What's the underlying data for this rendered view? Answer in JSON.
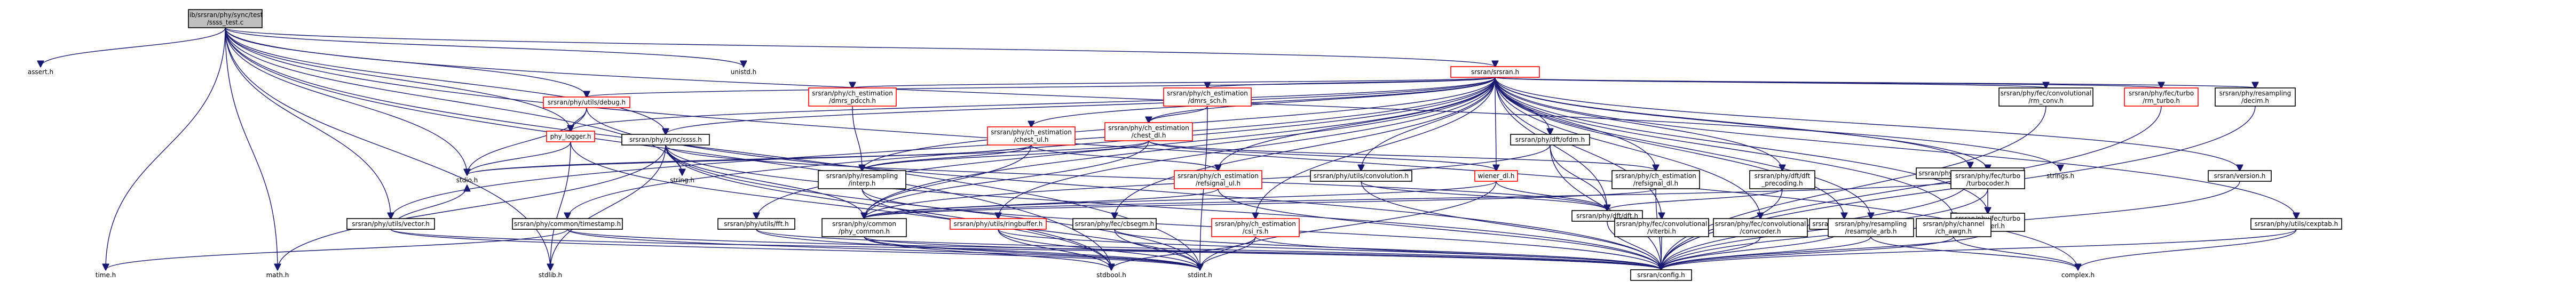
{
  "graph": {
    "nodes": [
      {
        "id": "root",
        "lines": [
          "lib/srsran/phy/sync/test",
          "/ssss_test.c"
        ],
        "kind": "root"
      },
      {
        "id": "assert_h",
        "lines": [
          "assert.h"
        ],
        "kind": "plain"
      },
      {
        "id": "unistd_h",
        "lines": [
          "unistd.h"
        ],
        "kind": "plain"
      },
      {
        "id": "srsran_h",
        "lines": [
          "srsran/srsran.h"
        ],
        "kind": "red"
      },
      {
        "id": "debug_h",
        "lines": [
          "srsran/phy/utils/debug.h"
        ],
        "kind": "red"
      },
      {
        "id": "phy_logger_h",
        "lines": [
          "phy_logger.h"
        ],
        "kind": "red"
      },
      {
        "id": "stdio_h",
        "lines": [
          "stdio.h"
        ],
        "kind": "plain"
      },
      {
        "id": "string_h",
        "lines": [
          "string.h"
        ],
        "kind": "plain"
      },
      {
        "id": "stdlib_h",
        "lines": [
          "stdlib.h"
        ],
        "kind": "plain"
      },
      {
        "id": "time_h",
        "lines": [
          "time.h"
        ],
        "kind": "plain"
      },
      {
        "id": "math_h",
        "lines": [
          "math.h"
        ],
        "kind": "plain"
      },
      {
        "id": "stdbool_h",
        "lines": [
          "stdbool.h"
        ],
        "kind": "plain"
      },
      {
        "id": "stdint_h",
        "lines": [
          "stdint.h"
        ],
        "kind": "plain"
      },
      {
        "id": "config_h",
        "lines": [
          "srsran/config.h"
        ],
        "kind": "box"
      },
      {
        "id": "complex_h",
        "lines": [
          "complex.h"
        ],
        "kind": "plain"
      },
      {
        "id": "strings_h",
        "lines": [
          "strings.h"
        ],
        "kind": "plain"
      },
      {
        "id": "ssss_h",
        "lines": [
          "srsran/phy/sync/ssss.h"
        ],
        "kind": "box"
      },
      {
        "id": "dmrs_pdcch_h",
        "lines": [
          "srsran/phy/ch_estimation",
          "/dmrs_pdcch.h"
        ],
        "kind": "red"
      },
      {
        "id": "dmrs_sch_h",
        "lines": [
          "srsran/phy/ch_estimation",
          "/dmrs_sch.h"
        ],
        "kind": "red"
      },
      {
        "id": "chest_dl_h",
        "lines": [
          "srsran/phy/ch_estimation",
          "/chest_dl.h"
        ],
        "kind": "red"
      },
      {
        "id": "chest_ul_h",
        "lines": [
          "srsran/phy/ch_estimation",
          "/chest_ul.h"
        ],
        "kind": "red"
      },
      {
        "id": "refsignal_ul_h",
        "lines": [
          "srsran/phy/ch_estimation",
          "/refsignal_ul.h"
        ],
        "kind": "red"
      },
      {
        "id": "refsignal_dl_h",
        "lines": [
          "srsran/phy/ch_estimation",
          "/refsignal_dl.h"
        ],
        "kind": "box"
      },
      {
        "id": "csi_rs_h",
        "lines": [
          "srsran/phy/ch_estimation",
          "/csi_rs.h"
        ],
        "kind": "red"
      },
      {
        "id": "resampling_interp_h",
        "lines": [
          "srsran/phy/resampling",
          "/interp.h"
        ],
        "kind": "box"
      },
      {
        "id": "dft_ofdm_h",
        "lines": [
          "srsran/phy/dft/ofdm.h"
        ],
        "kind": "box"
      },
      {
        "id": "convolution_h",
        "lines": [
          "srsran/phy/utils/convolution.h"
        ],
        "kind": "box"
      },
      {
        "id": "wiener_dl_h",
        "lines": [
          "wiener_dl.h"
        ],
        "kind": "red"
      },
      {
        "id": "dft_h",
        "lines": [
          "srsran/phy/dft/dft.h"
        ],
        "kind": "box"
      },
      {
        "id": "dft_precoding_h",
        "lines": [
          "srsran/phy/dft/dft",
          "_precoding.h"
        ],
        "kind": "box"
      },
      {
        "id": "sequence_h",
        "lines": [
          "srsran/phy/common/sequence.h"
        ],
        "kind": "box"
      },
      {
        "id": "phy_common_h",
        "lines": [
          "srsran/phy/common",
          "/phy_common.h"
        ],
        "kind": "box"
      },
      {
        "id": "timestamp_h",
        "lines": [
          "srsran/phy/common/timestamp.h"
        ],
        "kind": "box"
      },
      {
        "id": "vector_h",
        "lines": [
          "srsran/phy/utils/vector.h"
        ],
        "kind": "box"
      },
      {
        "id": "ringbuffer_h",
        "lines": [
          "srsran/phy/utils/ringbuffer.h"
        ],
        "kind": "red"
      },
      {
        "id": "fft_h",
        "lines": [
          "srsran/phy/utils/fft.h"
        ],
        "kind": "box"
      },
      {
        "id": "cbsegm_h",
        "lines": [
          "srsran/phy/fec/cbsegm.h"
        ],
        "kind": "box"
      },
      {
        "id": "fec_conv_rm_conv_h",
        "lines": [
          "srsran/phy/fec/convolutional",
          "/rm_conv.h"
        ],
        "kind": "box"
      },
      {
        "id": "fec_turbo_rm_turbo_h",
        "lines": [
          "srsran/phy/fec/turbo",
          "/rm_turbo.h"
        ],
        "kind": "red"
      },
      {
        "id": "resampling_decim_h",
        "lines": [
          "srsran/phy/resampling",
          "/decim.h"
        ],
        "kind": "box"
      },
      {
        "id": "version_h",
        "lines": [
          "srsran/version.h"
        ],
        "kind": "box"
      },
      {
        "id": "turbocoder_h",
        "lines": [
          "srsran/phy/fec/turbo",
          "/turbocoder.h"
        ],
        "kind": "box"
      },
      {
        "id": "tc_interl_h",
        "lines": [
          "srsran/phy/fec/turbo",
          "/tc_interl.h"
        ],
        "kind": "box"
      },
      {
        "id": "crc_h",
        "lines": [
          "srsran/phy/fec/crc.h"
        ],
        "kind": "box"
      },
      {
        "id": "convcoder_h",
        "lines": [
          "srsran/phy/fec/convolutional",
          "/convcoder.h"
        ],
        "kind": "box"
      },
      {
        "id": "rm_turbo_viterbi_h",
        "lines": [
          "srsran/phy/fec/convolutional",
          "/viterbi.h"
        ],
        "kind": "box"
      },
      {
        "id": "resample_arb_h",
        "lines": [
          "srsran/phy/resampling",
          "/resample_arb.h"
        ],
        "kind": "box"
      },
      {
        "id": "ch_awgn_h",
        "lines": [
          "srsran/phy/channel",
          "/ch_awgn.h"
        ],
        "kind": "box"
      },
      {
        "id": "cexptab_h",
        "lines": [
          "srsran/phy/utils/cexptab.h"
        ],
        "kind": "box"
      }
    ]
  }
}
